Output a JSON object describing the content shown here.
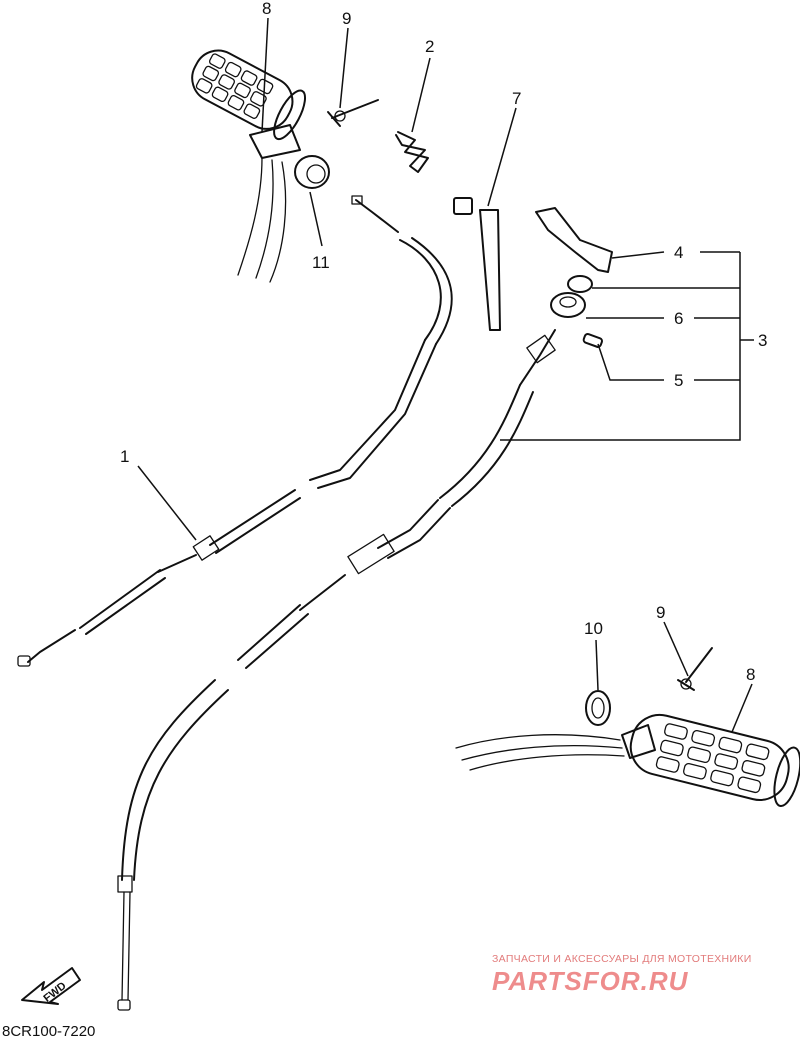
{
  "callouts": {
    "c1": "1",
    "c2": "2",
    "c3": "3",
    "c4": "4",
    "c5": "5",
    "c6": "6",
    "c7": "7",
    "c8_top": "8",
    "c8_bottom": "8",
    "c9_top": "9",
    "c9_bottom": "9",
    "c10": "10",
    "c11": "11"
  },
  "drawing_code": "8CR100-7220",
  "fwd_label": "FWD",
  "watermark": {
    "tagline": "ЗАПЧАСТИ И АКСЕССУАРЫ ДЛЯ МОТОТЕХНИКИ",
    "brand": "PARTSFOR.RU"
  }
}
